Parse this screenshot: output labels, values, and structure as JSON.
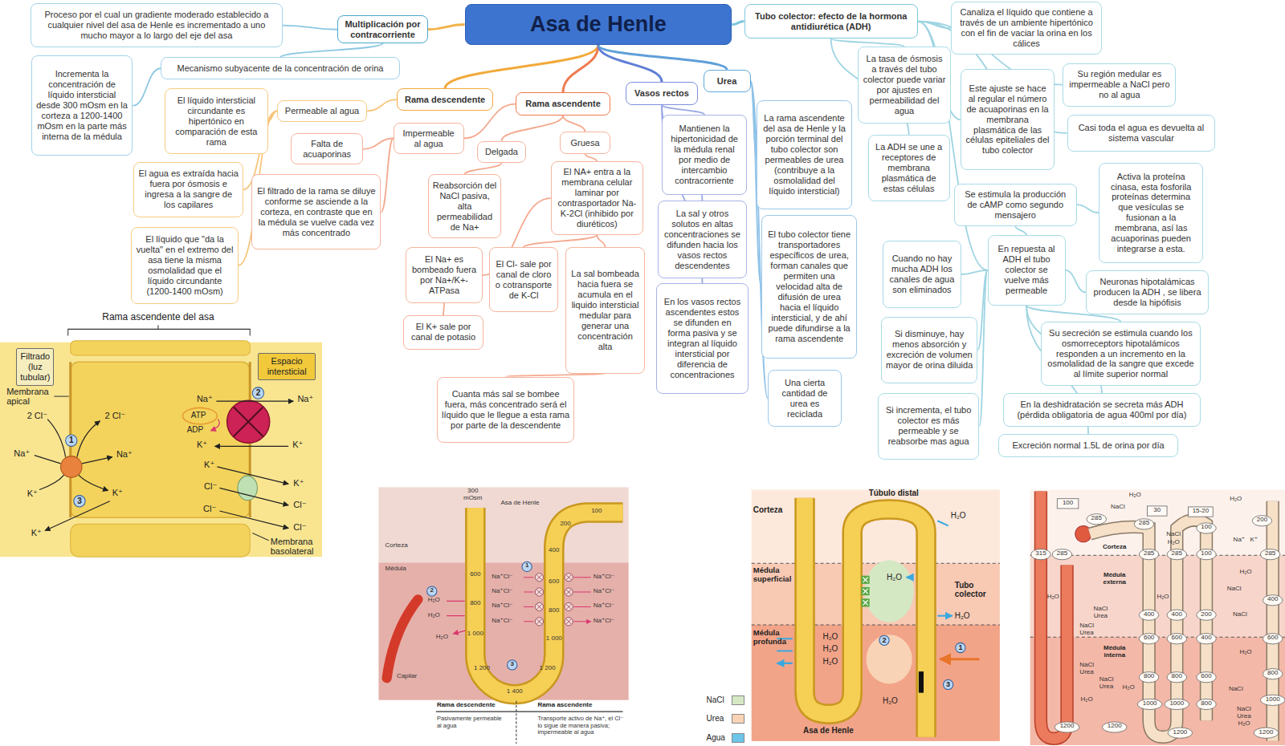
{
  "diagram": {
    "nodes": [
      {
        "text": [
          "Asa de Henle"
        ]
      },
      {
        "text": [
          "Multiplicación por contracorriente"
        ]
      },
      {
        "text": [
          "Proceso por el cual un gradiente moderado establecido a cualquier nivel del asa de Henle es incrementado a uno mucho mayor a lo largo del eje del asa"
        ]
      },
      {
        "text": [
          "Mecanismo subyacente de la concentración de orina"
        ]
      },
      {
        "text": [
          "Incrementa la concentración de líquido intersticial desde 300 mOsm en la corteza a 1200-1400 mOsm en la parte más interna de la médula"
        ]
      },
      {
        "text": [
          "Rama descendente"
        ]
      },
      {
        "text": [
          "Permeable al agua"
        ]
      },
      {
        "text": [
          "El líquido intersticial circundante es hipertónico en comparación de esta rama"
        ]
      },
      {
        "text": [
          "El agua es extraída hacia fuera por ósmosis e ingresa a la sangre de los capilares"
        ]
      },
      {
        "text": [
          "El líquido que \"da la vuelta\" en el extremo del asa tiene la misma osmolalidad que el líquido circundante (1200-1400 mOsm)"
        ]
      },
      {
        "text": [
          "Rama ascendente"
        ]
      },
      {
        "text": [
          "Impermeable al agua"
        ]
      },
      {
        "text": [
          "Falta de acuaporinas"
        ]
      },
      {
        "text": [
          "El filtrado de la rama se diluye conforme se asciende a la corteza, en contraste que en la médula se vuelve cada vez más concentrado"
        ]
      },
      {
        "text": [
          "Delgada"
        ]
      },
      {
        "text": [
          "Gruesa"
        ]
      },
      {
        "text": [
          "Reabsorción del NaCl pasiva, alta permeabilidad de Na+"
        ]
      },
      {
        "text": [
          "El NA+ entra a la membrana celular laminar por contrasportador Na-K-2Cl (inhibido por diuréticos)"
        ]
      },
      {
        "text": [
          "El Na+ es bombeado fuera por Na+/K+-ATPasa"
        ]
      },
      {
        "text": [
          "El Cl- sale por canal de cloro o cotransporte de K-Cl"
        ]
      },
      {
        "text": [
          "La sal bombeada hacia fuera se acumula en el liquido intersticial medular para generar una concentración alta"
        ]
      },
      {
        "text": [
          "El K+ sale por canal de potasio"
        ]
      },
      {
        "text": [
          "Cuanta más sal se bombee fuera, más concentrado será el líquido que le llegue a esta rama por parte de la descendente"
        ]
      },
      {
        "text": [
          "Vasos rectos"
        ]
      },
      {
        "text": [
          "Mantienen la hipertonicidad de la médula renal por medio de intercambio contracorriente"
        ]
      },
      {
        "text": [
          "La sal y otros solutos en altas concentraciones se difunden hacia los vasos rectos descendentes"
        ]
      },
      {
        "text": [
          "En los vasos rectos ascendentes estos se difunden en forma pasiva y se integran al líquido intersticial por diferencia de concentraciones"
        ]
      },
      {
        "text": [
          "Urea"
        ]
      },
      {
        "text": [
          "La rama ascendente del asa de Henle y la porción terminal del tubo colector son permeables de urea (contribuye a la osmolalidad del líquido intersticial)"
        ]
      },
      {
        "text": [
          "El tubo colector tiene transportadores específicos de urea, forman canales que permiten una velocidad alta de difusión de urea hacia el líquido intersticial, y de ahí puede difundirse a la rama ascendente"
        ]
      },
      {
        "text": [
          "Una cierta cantidad de urea es reciclada"
        ]
      },
      {
        "text": [
          "Tubo colector: efecto de la hormona antidiurética (ADH)"
        ]
      },
      {
        "text": [
          "Canaliza el líquido que contiene a través de un ambiente hipertónico con el fin de vaciar la orina en los cálices"
        ]
      },
      {
        "text": [
          "Su región medular es impermeable a NaCl pero no al agua"
        ]
      },
      {
        "text": [
          "Casi toda el agua es devuelta al sistema vascular"
        ]
      },
      {
        "text": [
          "La tasa de ósmosis a través del tubo colector puede variar por ajustes en permeabilidad del agua"
        ]
      },
      {
        "text": [
          "Este ajuste se hace al regular el número de acuaporinas en la membrana plasmática de las células epiteliales del tubo colector"
        ]
      },
      {
        "text": [
          "La ADH se une a receptores de membrana plasmática de estas células"
        ]
      },
      {
        "text": [
          "Se estimula la producción de cAMP como segundo mensajero"
        ]
      },
      {
        "text": [
          "Activa la proteína cinasa, esta fosforila proteínas determina que vesículas se fusionan a la membrana, así las acuaporinas pueden integrarse a esta."
        ]
      },
      {
        "text": [
          "En repuesta al ADH el tubo colector se vuelve más permeable"
        ]
      },
      {
        "text": [
          "Cuando no hay mucha ADH los canales de agua son eliminados"
        ]
      },
      {
        "text": [
          "Si disminuye, hay menos absorción y excreción de volumen mayor de orina diluida"
        ]
      },
      {
        "text": [
          "Si incrementa, el tubo colector es más permeable y se reabsorbe mas agua"
        ]
      },
      {
        "text": [
          "Neuronas hipotalámicas producen la ADH , se libera desde la hipófisis"
        ]
      },
      {
        "text": [
          "Su secreción se estimula cuando los osmorreceptors hipotalámicos responden a un incremento en la osmolalidad de la sangre que excede al límite superior normal"
        ]
      },
      {
        "text": [
          "En la deshidratación se secreta más ADH (pérdida obligatoria de agua 400ml por día)"
        ]
      },
      {
        "text": [
          "Excreción normal 1.5L de orina por día"
        ]
      },
      {
        "text": [
          "Filtrado (luz tubular)"
        ]
      },
      {
        "text": [
          "Espacio intersticial"
        ]
      }
    ],
    "edges": [
      {
        "from": 0,
        "to": 1,
        "arrow": "none"
      },
      {
        "from": 1,
        "to": 2,
        "arrow": "none"
      },
      {
        "from": 1,
        "to": 3,
        "arrow": "none"
      },
      {
        "from": 3,
        "to": 4,
        "arrow": "none"
      },
      {
        "from": 0,
        "to": 5,
        "arrow": "none"
      },
      {
        "from": 5,
        "to": 6,
        "arrow": "none"
      },
      {
        "from": 6,
        "to": 7,
        "arrow": "none"
      },
      {
        "from": 6,
        "to": 8,
        "arrow": "none"
      },
      {
        "from": 6,
        "to": 9,
        "arrow": "none"
      },
      {
        "from": 0,
        "to": 10,
        "arrow": "none"
      },
      {
        "from": 10,
        "to": 11,
        "arrow": "none"
      },
      {
        "from": 11,
        "to": 12,
        "arrow": "none"
      },
      {
        "from": 11,
        "to": 13,
        "arrow": "none"
      },
      {
        "from": 10,
        "to": 14,
        "arrow": "none"
      },
      {
        "from": 14,
        "to": 16,
        "arrow": "none"
      },
      {
        "from": 10,
        "to": 15,
        "arrow": "none"
      },
      {
        "from": 15,
        "to": 17,
        "arrow": "none"
      },
      {
        "from": 17,
        "to": 18,
        "arrow": "none"
      },
      {
        "from": 17,
        "to": 19,
        "arrow": "none"
      },
      {
        "from": 17,
        "to": 20,
        "arrow": "none"
      },
      {
        "from": 18,
        "to": 21,
        "arrow": "none"
      },
      {
        "from": 20,
        "to": 22,
        "arrow": "none"
      },
      {
        "from": 0,
        "to": 23,
        "arrow": "none"
      },
      {
        "from": 23,
        "to": 24,
        "arrow": "none"
      },
      {
        "from": 23,
        "to": 25,
        "arrow": "none"
      },
      {
        "from": 23,
        "to": 26,
        "arrow": "none"
      },
      {
        "from": 0,
        "to": 27,
        "arrow": "none"
      },
      {
        "from": 27,
        "to": 28,
        "arrow": "none"
      },
      {
        "from": 27,
        "to": 29,
        "arrow": "none"
      },
      {
        "from": 27,
        "to": 30,
        "arrow": "none"
      },
      {
        "from": 0,
        "to": 31,
        "arrow": "none"
      },
      {
        "from": 31,
        "to": 32,
        "arrow": "none"
      },
      {
        "from": 31,
        "to": 33,
        "arrow": "none"
      },
      {
        "from": 31,
        "to": 34,
        "arrow": "none"
      },
      {
        "from": 31,
        "to": 35,
        "arrow": "none"
      },
      {
        "from": 31,
        "to": 36,
        "arrow": "none"
      },
      {
        "from": 31,
        "to": 37,
        "arrow": "none"
      },
      {
        "from": 31,
        "to": 40,
        "arrow": "none"
      },
      {
        "from": 40,
        "to": 38,
        "arrow": "none"
      },
      {
        "from": 38,
        "to": 39,
        "arrow": "none"
      },
      {
        "from": 40,
        "to": 41,
        "arrow": "none"
      },
      {
        "from": 40,
        "to": 42,
        "arrow": "none"
      },
      {
        "from": 40,
        "to": 43,
        "arrow": "none"
      },
      {
        "from": 40,
        "to": 44,
        "arrow": "none"
      },
      {
        "from": 40,
        "to": 45,
        "arrow": "none"
      },
      {
        "from": 40,
        "to": 46,
        "arrow": "none"
      },
      {
        "from": 40,
        "to": 47,
        "arrow": "none"
      }
    ],
    "labels": [
      "Rama ascendente del asa",
      "Membrana apical",
      "2 Cl⁻",
      "2 Cl⁻",
      "Na⁺",
      "Na⁺",
      "K⁺",
      "K⁺",
      "K⁺",
      "1",
      "3",
      "2",
      "Na⁺",
      "Na⁺",
      "ATP",
      "ADP",
      "K⁺",
      "K⁺",
      "K⁺",
      "K⁺",
      "Cl⁻",
      "Cl⁻",
      "Cl⁻",
      "Cl⁻",
      "Membrana basolateral",
      "300 mOsm",
      "Asa de Henle",
      "Corteza",
      "Médula",
      "600",
      "800",
      "1 000",
      "1 200",
      "1 400",
      "1 200",
      "1 000",
      "800",
      "600",
      "400",
      "200",
      "100",
      "Na⁺Cl⁻",
      "Na⁺Cl⁻",
      "Na⁺Cl⁻",
      "Na⁺Cl⁻",
      "Na⁺Cl⁻",
      "Na⁺Cl⁻",
      "Na⁺Cl⁻",
      "Na⁺Cl⁻",
      "1",
      "2",
      "3",
      "H₂O",
      "H₂O",
      "H₂O",
      "Capilar",
      "Rama descendente",
      "Rama ascendente",
      "Pasivamente permeable al agua",
      "Transporte activo de Na⁺, el Cl⁻ lo sigue de manera pasiva; impermeable al agua",
      "Túbulo distal",
      "Corteza",
      "H₂O",
      "Médula superficial",
      "H₂O",
      "Tubo colector",
      "H₂O",
      "Médula profunda",
      "H₂O",
      "H₂O",
      "H₂O",
      "2",
      "1",
      "3",
      "H₂O",
      "Asa de Henle",
      "100",
      "285",
      "H₂O",
      "NaCl",
      "30",
      "285",
      "15-20",
      "H₂O",
      "NaCl",
      "H₂O",
      "100",
      "200",
      "Corteza",
      "315",
      "285",
      "285",
      "285",
      "100",
      "Na⁺",
      "K⁺",
      "285",
      "Médula externa",
      "H₂O",
      "H₂O",
      "NaCl Urea",
      "H₂O",
      "NaCl",
      "400",
      "NaCl Urea",
      "400",
      "400",
      "200",
      "NaCl",
      "600",
      "600",
      "400",
      "600",
      "Médula interna",
      "NaCl Urea",
      "NaCl Urea",
      "H₂O",
      "800",
      "800",
      "600",
      "800",
      "H₂O",
      "H₂O",
      "NaCl",
      "1000",
      "1000",
      "800",
      "1000",
      "NaCl Urea H₂O",
      "1200",
      "1200",
      "1200",
      "1200"
    ],
    "legend": [
      {
        "text": "NaCl",
        "color": "#d5e8c4"
      },
      {
        "text": "Urea",
        "color": "#f9d3b5"
      },
      {
        "text": "Agua",
        "color": "#6ec5ea"
      }
    ]
  }
}
